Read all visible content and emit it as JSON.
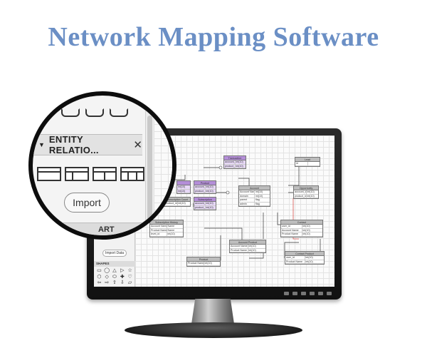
{
  "title": "Network Mapping Software",
  "app": {
    "import_data_label": "Import Data",
    "shapes_label": "SHAPES",
    "shape_glyphs": [
      "▭",
      "◯",
      "△",
      "▷",
      "☆",
      "⬡",
      "◇",
      "⬭",
      "✚",
      "♡",
      "⇦",
      "⇨",
      "⇧",
      "⇩",
      "▱"
    ]
  },
  "magnifier": {
    "section_label": "ENTITY RELATIO...",
    "close_glyph": "✕",
    "caret_glyph": "▼",
    "import_label": "Import",
    "bottom_label": "ART"
  },
  "entities": {
    "transaction": {
      "name": "Transaction",
      "rows": [
        [
          "account_id",
          "int(10)"
        ],
        [
          "product_id",
          "int(10)"
        ]
      ]
    },
    "product_top": {
      "name": "Product",
      "rows": [
        [
          "account_id",
          "int(10)"
        ],
        [
          "product_id",
          "int(10)"
        ]
      ]
    },
    "left_purple": {
      "name": "",
      "rows": [
        [
          "",
          "int(10)"
        ],
        [
          "",
          "int(10)"
        ]
      ]
    },
    "subscription": {
      "name": "Subscription",
      "rows": [
        [
          "account_id",
          "int(10)"
        ],
        [
          "product_id",
          "int(10)"
        ]
      ]
    },
    "subscription_count": {
      "name": "Subscription Count",
      "rows": [
        [
          "product_id",
          "int(10)"
        ]
      ]
    },
    "account": {
      "name": "Account",
      "rows": [
        [
          "Account Name",
          "int(10)"
        ],
        [
          "domain",
          "int(10)"
        ],
        [
          "parent",
          "flag"
        ],
        [
          "admin",
          "flag"
        ]
      ]
    },
    "lead": {
      "name": "Lead",
      "rows": [
        [
          "id",
          ""
        ]
      ]
    },
    "opportunity": {
      "name": "Opportunity",
      "rows": [
        [
          "account_id",
          "int(10)"
        ],
        [
          "product_id",
          "int(10)"
        ]
      ]
    },
    "subscription_history": {
      "name": "Subscription History",
      "rows": [
        [
          "Account Name",
          "Name"
        ],
        [
          "Product Name",
          "Name"
        ],
        [
          "level_id",
          "int(10)"
        ]
      ]
    },
    "contact": {
      "name": "Contact",
      "rows": [
        [
          "user_id",
          "int(10)"
        ],
        [
          "Account Name",
          "int(10)"
        ],
        [
          "Product Name",
          "int(10)"
        ]
      ]
    },
    "account_product": {
      "name": "Account Product",
      "rows": [
        [
          "Account Name",
          "int(10)"
        ],
        [
          "Product Name",
          "int(10)"
        ]
      ]
    },
    "contact_product": {
      "name": "Contact Product",
      "rows": [
        [
          "user_id",
          "int(10)"
        ],
        [
          "Product Name",
          "int(10)"
        ]
      ]
    },
    "product_bottom": {
      "name": "Product",
      "rows": [
        [
          "Product Name",
          "int(10)"
        ]
      ]
    }
  },
  "colors": {
    "title": "#6b8fc5",
    "purple_header": "#b48ed8",
    "purple_body": "#e7d8f7",
    "connector": "#333333",
    "highlight_connector": "#d9534f"
  }
}
